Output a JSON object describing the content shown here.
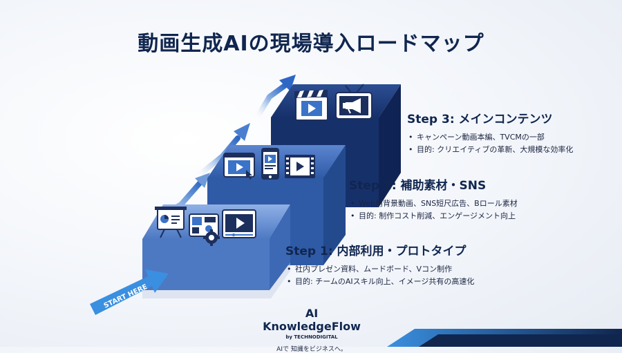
{
  "title": "動画生成AIの現場導入ロードマップ",
  "start_label": "START HERE",
  "steps": [
    {
      "title": "Step 1: 内部利用・プロトタイプ",
      "items": [
        "社内プレゼン資料、ムードボード、Vコン制作",
        "目的: チームのAIスキル向上、イメージ共有の高速化"
      ]
    },
    {
      "title": "Step 2: 補助素材・SNS",
      "items": [
        "Web用背景動画、SNS短尺広告、Bロール素材",
        "目的: 制作コスト削減、エンゲージメント向上"
      ]
    },
    {
      "title": "Step 3: メインコンテンツ",
      "items": [
        "キャンペーン動画本編、TVCMの一部",
        "目的: クリエイティブの革新、大規模な効率化"
      ]
    }
  ],
  "brand": {
    "name": "AI KnowledgeFlow",
    "by": "by TECHNODIGITAL",
    "tagline": "AIで 知識をビジネスへ。"
  },
  "icons": {
    "step1": [
      "presentation-board-icon",
      "moodboard-icon",
      "video-player-icon",
      "gear-icon"
    ],
    "step2": [
      "browser-video-icon",
      "smartphone-icon",
      "film-strip-icon"
    ],
    "step3": [
      "clapperboard-icon",
      "tv-megaphone-icon"
    ]
  },
  "colors": {
    "navy": "#10264f",
    "step_top": "#1c3a78",
    "step_mid": "#3461ad",
    "step_low": "#5d88cf",
    "accent": "#3a8fe0"
  }
}
